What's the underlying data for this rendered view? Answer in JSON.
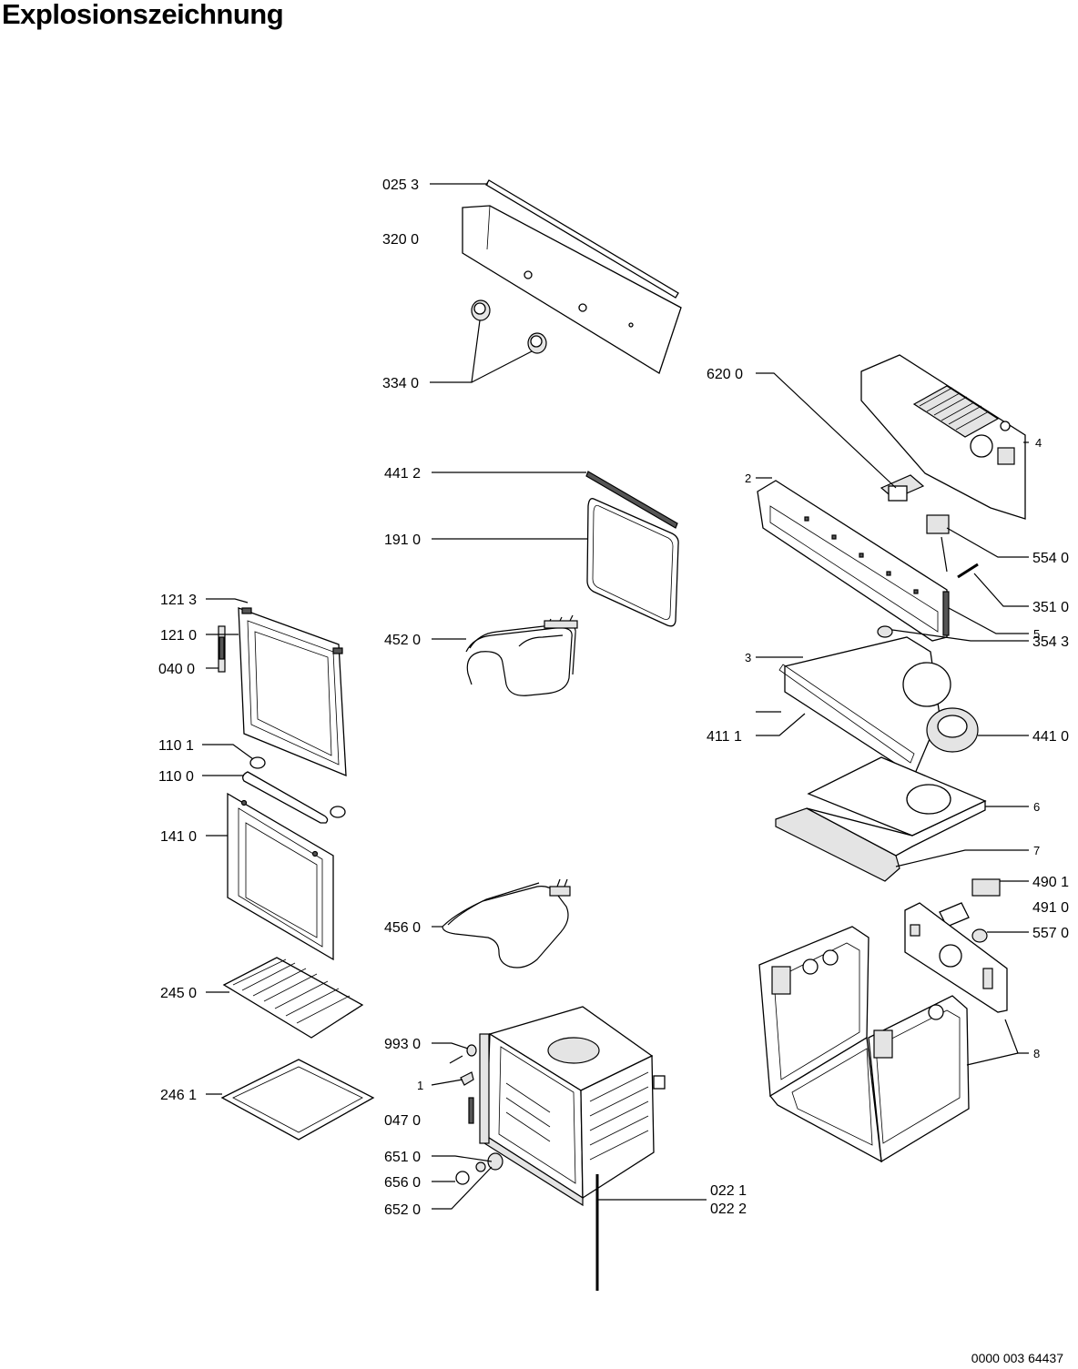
{
  "title": "Explosionszeichnung",
  "document_number": "0000 003 64437",
  "callouts": [
    {
      "id": "c-0253",
      "label": "025 3"
    },
    {
      "id": "c-3200",
      "label": "320 0"
    },
    {
      "id": "c-3340",
      "label": "334 0"
    },
    {
      "id": "c-4412",
      "label": "441 2"
    },
    {
      "id": "c-1910",
      "label": "191 0"
    },
    {
      "id": "c-4520",
      "label": "452 0"
    },
    {
      "id": "c-1213",
      "label": "121 3"
    },
    {
      "id": "c-1210",
      "label": "121 0"
    },
    {
      "id": "c-0400",
      "label": "040 0"
    },
    {
      "id": "c-1101",
      "label": "110 1"
    },
    {
      "id": "c-1100",
      "label": "110 0"
    },
    {
      "id": "c-1410",
      "label": "141 0"
    },
    {
      "id": "c-4560",
      "label": "456 0"
    },
    {
      "id": "c-2450",
      "label": "245 0"
    },
    {
      "id": "c-2461",
      "label": "246 1"
    },
    {
      "id": "c-9930",
      "label": "993 0"
    },
    {
      "id": "c-1",
      "label": "1"
    },
    {
      "id": "c-0470",
      "label": "047 0"
    },
    {
      "id": "c-6510",
      "label": "651 0"
    },
    {
      "id": "c-6560",
      "label": "656 0"
    },
    {
      "id": "c-6520",
      "label": "652 0"
    },
    {
      "id": "c-0221",
      "label": "022 1"
    },
    {
      "id": "c-0222",
      "label": "022 2"
    },
    {
      "id": "c-6200",
      "label": "620 0"
    },
    {
      "id": "c-4",
      "label": "4"
    },
    {
      "id": "c-2",
      "label": "2"
    },
    {
      "id": "c-5540",
      "label": "554 0"
    },
    {
      "id": "c-3510",
      "label": "351 0"
    },
    {
      "id": "c-5",
      "label": "5"
    },
    {
      "id": "c-3543",
      "label": "354 3"
    },
    {
      "id": "c-3",
      "label": "3"
    },
    {
      "id": "c-4111",
      "label": "411 1"
    },
    {
      "id": "c-4410",
      "label": "441 0"
    },
    {
      "id": "c-6",
      "label": "6"
    },
    {
      "id": "c-7",
      "label": "7"
    },
    {
      "id": "c-4901",
      "label": "490 1"
    },
    {
      "id": "c-4910",
      "label": "491 0"
    },
    {
      "id": "c-5570",
      "label": "557 0"
    },
    {
      "id": "c-8",
      "label": "8"
    }
  ]
}
